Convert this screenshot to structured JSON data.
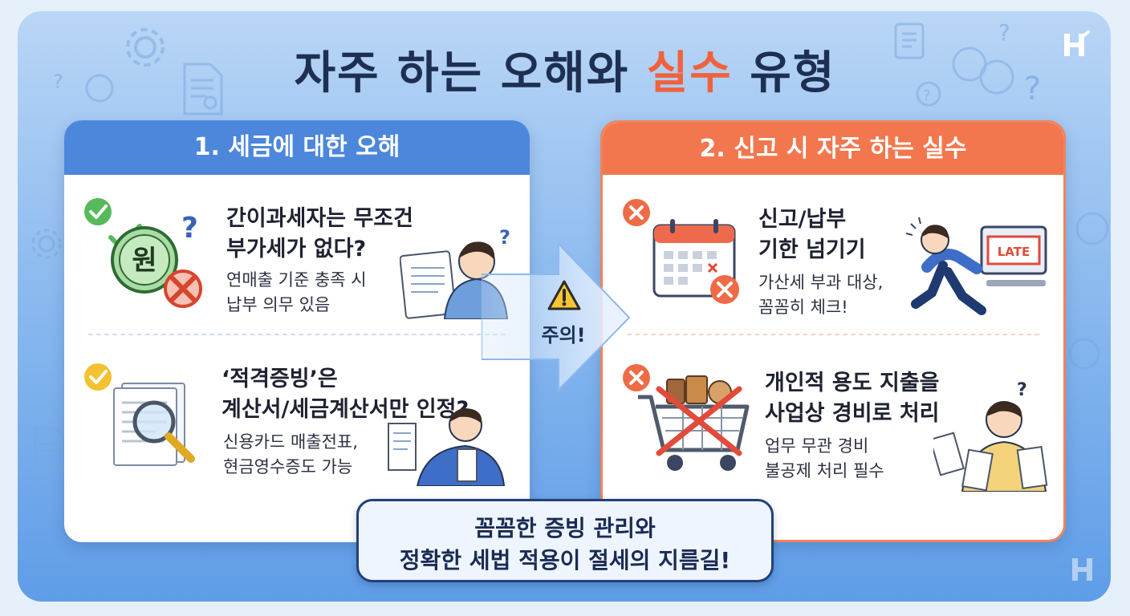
{
  "title": {
    "prefix": "자주 하는 오해와 ",
    "accent": "실수",
    "suffix": " 유형"
  },
  "colors": {
    "blue_header": "#4d87dc",
    "orange_header": "#f2774e",
    "accent": "#f0623c",
    "navy": "#1d2f52"
  },
  "left_card": {
    "header": "1. 세금에 대한 오해",
    "items": [
      {
        "title_line1": "간이과세자는 무조건",
        "title_line2": "부가세가 없다?",
        "desc_line1": "연매출 기준 충족 시",
        "desc_line2": "납부 의무 있음",
        "coin_text": "원"
      },
      {
        "title_line1": "‘적격증빙’은",
        "title_line2": "계산서/세금계산서만 인정?",
        "desc_line1": "신용카드 매출전표,",
        "desc_line2": "현금영수증도 가능"
      }
    ]
  },
  "right_card": {
    "header": "2. 신고 시 자주 하는 실수",
    "items": [
      {
        "title_line1": "신고/납부",
        "title_line2": "기한 넘기기",
        "desc_line1": "가산세 부과 대상,",
        "desc_line2": "꼼꼼히 체크!",
        "screen_text": "LATE"
      },
      {
        "title_line1": "개인적 용도 지출을",
        "title_line2": "사업상 경비로 처리",
        "desc_line1": "업무 무관 경비",
        "desc_line2": "불공제 처리 필수"
      }
    ]
  },
  "arrow_label": "주의!",
  "callout": {
    "line1": "꼼꼼한 증빙 관리와",
    "line2": "정확한 세법 적용이 절세의 지름길!"
  }
}
